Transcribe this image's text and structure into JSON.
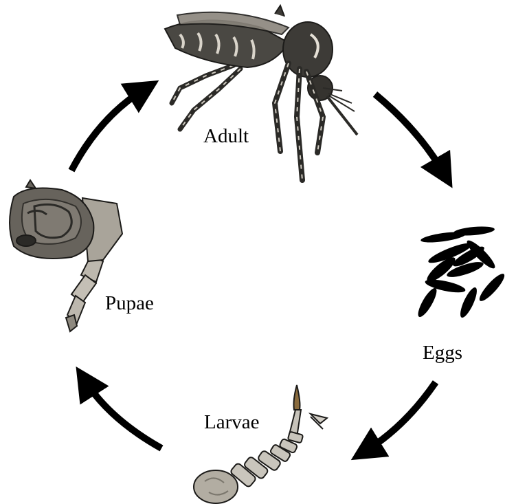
{
  "stages": {
    "adult": "Adult",
    "eggs": "Eggs",
    "larvae": "Larvae",
    "pupae": "Pupae"
  },
  "colors": {
    "arrow": "#000000",
    "insect_dark": "#3d3b37",
    "insect_mid": "#6f6b63",
    "insect_light": "#b9b4aa",
    "outline": "#1c1b19",
    "egg": "#000000"
  },
  "icons": [
    "mosquito-adult-icon",
    "egg-cluster-icon",
    "larva-icon",
    "pupa-icon",
    "cycle-arrow-icon"
  ]
}
